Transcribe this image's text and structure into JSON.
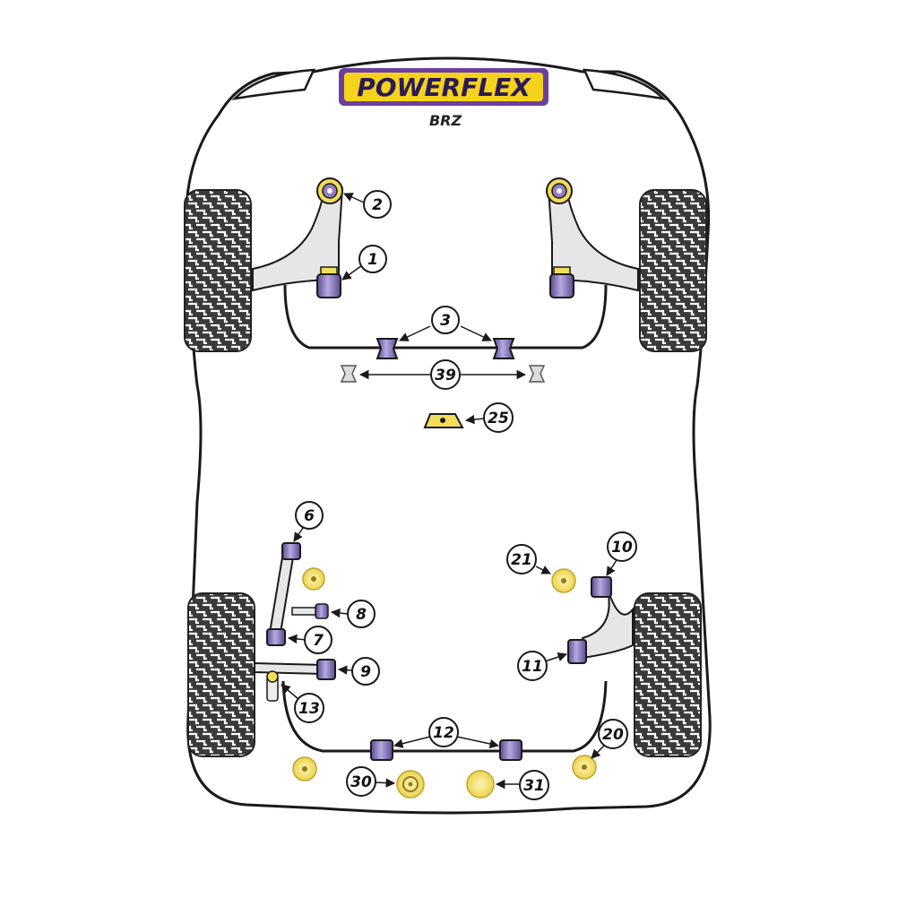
{
  "brand": {
    "logo_text": "POWERFLEX",
    "model": "BRZ"
  },
  "colors": {
    "bushing_purple": "#8e7fc0",
    "bushing_dark": "#5b4a92",
    "bushing_yellow": "#f2dc5a",
    "logo_purple": "#6b3fa0",
    "logo_yellow": "#f5d31c",
    "arm_grey": "#e6e6e6",
    "tyre": "#3a3a3a",
    "outline": "#1a1a1a"
  },
  "callouts": {
    "c1": "1",
    "c2": "2",
    "c3": "3",
    "c39": "39",
    "c25": "25",
    "c6": "6",
    "c7": "7",
    "c8": "8",
    "c9": "9",
    "c10": "10",
    "c11": "11",
    "c12": "12",
    "c13": "13",
    "c20": "20",
    "c21": "21",
    "c30": "30",
    "c31": "31"
  }
}
